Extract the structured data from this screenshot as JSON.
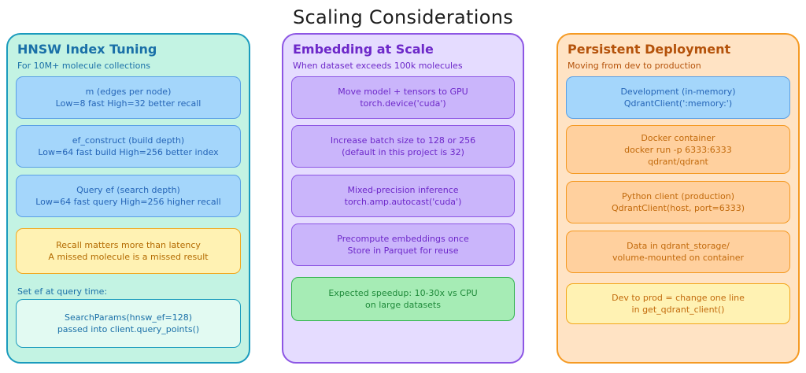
{
  "title": "Scaling Considerations",
  "columns": [
    {
      "title": "HNSW Index Tuning",
      "subtitle": "For 10M+ molecule collections",
      "boxes": [
        {
          "lines": [
            "m  (edges per node)",
            "Low=8 fast   High=32 better recall"
          ]
        },
        {
          "lines": [
            "ef_construct  (build depth)",
            "Low=64 fast build   High=256 better index"
          ]
        },
        {
          "lines": [
            "Query ef  (search depth)",
            "Low=64 fast query   High=256 higher recall"
          ]
        },
        {
          "lines": [
            "Recall matters more than latency",
            "A missed molecule is a missed result"
          ]
        }
      ],
      "section_label": "Set ef at query time:",
      "code_box": {
        "lines": [
          "SearchParams(hnsw_ef=128)",
          "passed into client.query_points()"
        ]
      }
    },
    {
      "title": "Embedding at Scale",
      "subtitle": "When dataset exceeds 100k molecules",
      "boxes": [
        {
          "lines": [
            "Move model + tensors to GPU",
            "torch.device('cuda')"
          ]
        },
        {
          "lines": [
            "Increase batch size to 128 or 256",
            "(default in this project is 32)"
          ]
        },
        {
          "lines": [
            "Mixed-precision inference",
            "torch.amp.autocast('cuda')"
          ]
        },
        {
          "lines": [
            "Precompute embeddings once",
            "Store in Parquet for reuse"
          ]
        },
        {
          "lines": [
            "Expected speedup: 10-30x vs CPU",
            "on large datasets"
          ]
        }
      ]
    },
    {
      "title": "Persistent Deployment",
      "subtitle": "Moving from dev to production",
      "boxes": [
        {
          "lines": [
            "Development  (in-memory)",
            "QdrantClient(':memory:')"
          ]
        },
        {
          "lines": [
            "Docker container",
            "docker run -p 6333:6333",
            "qdrant/qdrant"
          ]
        },
        {
          "lines": [
            "Python client  (production)",
            "QdrantClient(host, port=6333)"
          ]
        },
        {
          "lines": [
            "Data in qdrant_storage/",
            "volume-mounted on container"
          ]
        },
        {
          "lines": [
            "Dev to prod = change one line",
            "in get_qdrant_client()"
          ]
        }
      ]
    }
  ]
}
